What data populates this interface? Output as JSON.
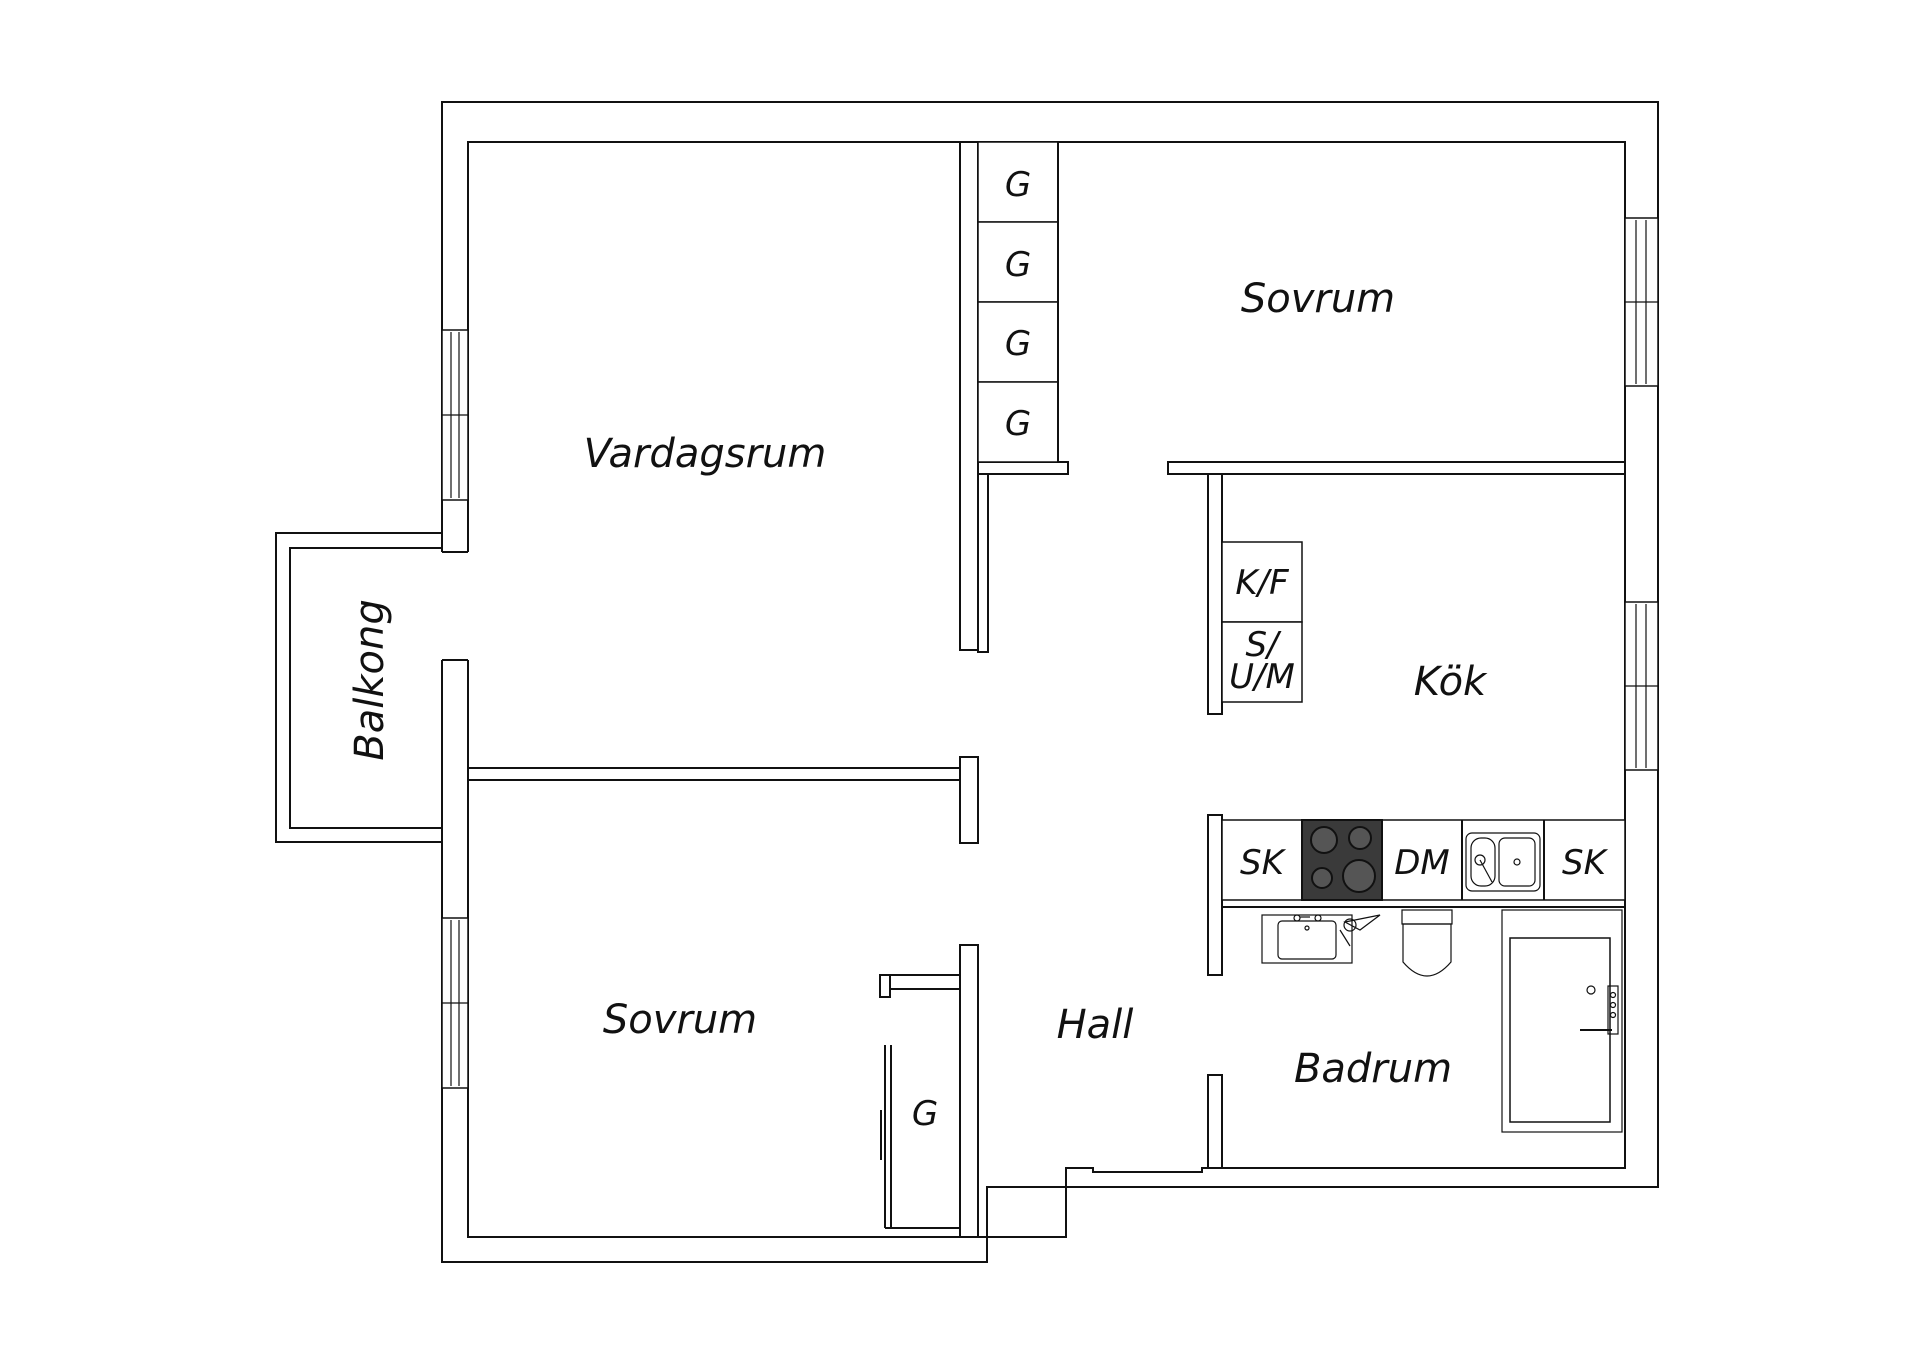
{
  "rooms": {
    "living": "Vardagsrum",
    "bedroom_top": "Sovrum",
    "bedroom_bottom": "Sovrum",
    "balcony": "Balkong",
    "kitchen": "Kök",
    "hall": "Hall",
    "bathroom": "Badrum"
  },
  "fixtures": {
    "wardrobe": "G",
    "fridge_freezer": "K/F",
    "freezer_top": "S/",
    "freezer_bottom": "U/M",
    "cabinet": "SK",
    "dishwasher": "DM"
  },
  "icons": [
    "window-icon",
    "stove-icon",
    "sink-icon",
    "toilet-icon",
    "bathtub-icon",
    "washbasin-icon"
  ],
  "colors": {
    "wall": "#111111",
    "background": "#ffffff",
    "stove": "#3a3a3a"
  }
}
